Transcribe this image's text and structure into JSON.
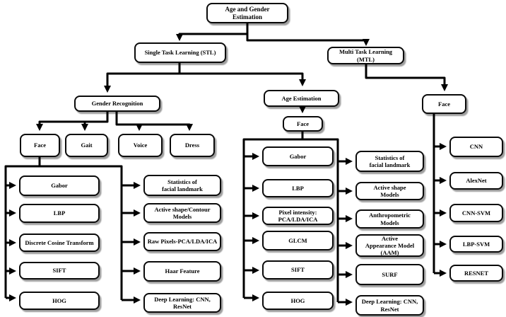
{
  "diagram": {
    "root": "Age and Gender Estimation",
    "level1": {
      "stl": "Single Task Learning (STL)",
      "mtl": "Multi Task Learning (MTL)"
    },
    "stl_branch": {
      "gender_recognition": "Gender Recognition",
      "age_estimation": "Age Estimation"
    },
    "gender": {
      "modalities": [
        "Face",
        "Gait",
        "Voice",
        "Dress"
      ],
      "face_features_col1": [
        "Gabor",
        "LBP",
        "Discrete Cosine Transform",
        "SIFT",
        "HOG"
      ],
      "face_features_col2": [
        "Statistics of\nfacial landmark",
        "Active shape/Contour\nModels",
        "Raw Pixels-PCA/LDA/ICA",
        "Haar Feature",
        "Deep Learning: CNN,\nResNet"
      ]
    },
    "age": {
      "face": "Face",
      "features_col1": [
        "Gabor",
        "LBP",
        "Pixel intensity:\nPCA/LDA/ICA",
        "GLCM",
        "SIFT",
        "HOG"
      ],
      "features_col2": [
        "Statistics of\nfacial landmark",
        "Active shape\nModels",
        "Anthropometric\nModels",
        "Active\nAppearance Model\n(AAM)",
        "SURF",
        "Deep Learning: CNN,\nResNet"
      ]
    },
    "mtl_branch": {
      "face": "Face",
      "methods": [
        "CNN",
        "AlexNet",
        "CNN-SVM",
        "LBP-SVM",
        "RESNET"
      ]
    },
    "colors": {
      "line": "#000000",
      "box_border": "#0a0a0a",
      "box_fill": "#ffffff"
    }
  }
}
